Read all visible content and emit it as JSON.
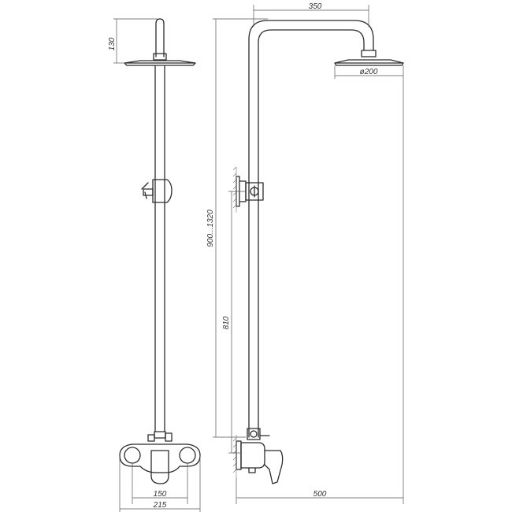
{
  "dimensions": {
    "arm_length": "350",
    "head_height": "130",
    "head_diameter": "ø200",
    "height_range": "900...1320",
    "lower_height": "810",
    "centers": "150",
    "total_width": "215",
    "projection": "500"
  }
}
